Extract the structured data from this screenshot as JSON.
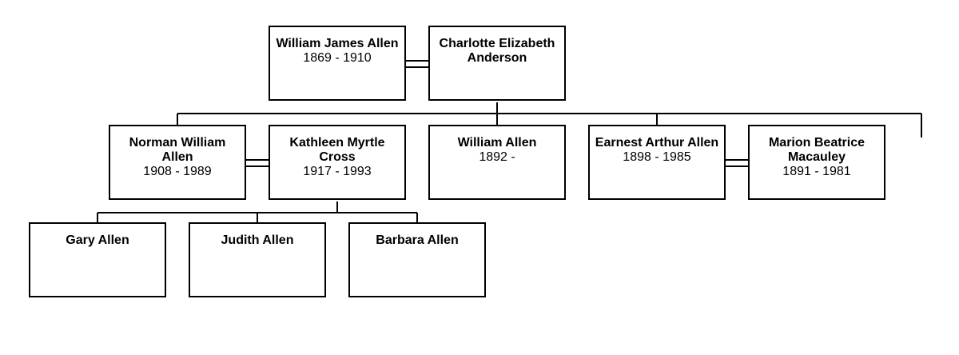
{
  "people": {
    "william_james": {
      "name": "William James Allen",
      "dates": "1869 - 1910"
    },
    "charlotte": {
      "name": "Charlotte Elizabeth Anderson",
      "dates": ""
    },
    "norman": {
      "name": "Norman William Allen",
      "dates": "1908 - 1989"
    },
    "kathleen": {
      "name": "Kathleen Myrtle Cross",
      "dates": "1917 - 1993"
    },
    "william": {
      "name": "William Allen",
      "dates": "1892 -"
    },
    "earnest": {
      "name": "Earnest Arthur Allen",
      "dates": "1898 - 1985"
    },
    "marion": {
      "name": "Marion Beatrice Macauley",
      "dates": "1891 - 1981"
    },
    "gary": {
      "name": "Gary Allen",
      "dates": ""
    },
    "judith": {
      "name": "Judith Allen",
      "dates": ""
    },
    "barbara": {
      "name": "Barbara Allen",
      "dates": ""
    }
  }
}
